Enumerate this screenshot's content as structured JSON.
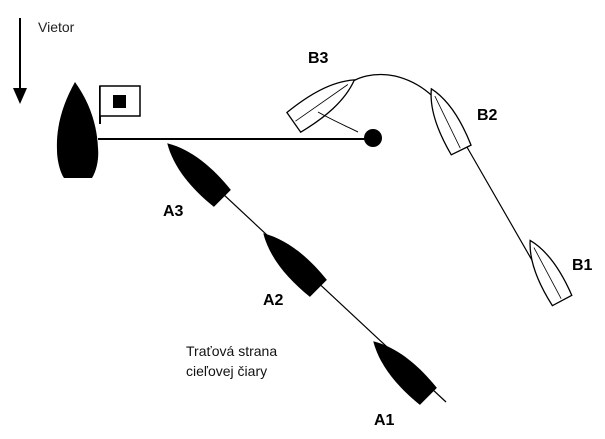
{
  "wind": {
    "label": "Vietor"
  },
  "boats": {
    "a1": "A1",
    "a2": "A2",
    "a3": "A3",
    "b1": "B1",
    "b2": "B2",
    "b3": "B3"
  },
  "note": {
    "line1": "Traťová strana",
    "line2": "cieľovej čiary"
  },
  "colors": {
    "ink": "#000000",
    "background": "#ffffff"
  },
  "icons": {
    "committee_boat": "committee-boat-icon",
    "flag": "square-flag-icon",
    "buoy": "finish-buoy-icon",
    "wind_arrow": "wind-arrow-icon"
  }
}
